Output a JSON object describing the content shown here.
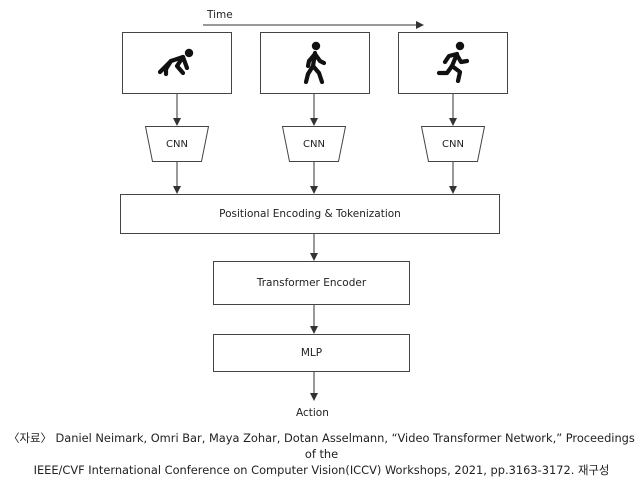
{
  "time_label": "Time",
  "frames": [
    {
      "icon": "crouching-runner-icon"
    },
    {
      "icon": "walking-person-icon"
    },
    {
      "icon": "running-person-icon"
    }
  ],
  "cnn_labels": [
    "CNN",
    "CNN",
    "CNN"
  ],
  "positional_label": "Positional Encoding & Tokenization",
  "transformer_label": "Transformer Encoder",
  "mlp_label": "MLP",
  "action_label": "Action",
  "caption_line1": "〈자료〉 Daniel Neimark, Omri Bar, Maya Zohar, Dotan Asselmann, “Video Transformer Network,” Proceedings of the",
  "caption_line2": "IEEE/CVF International Conference on Computer Vision(ICCV) Workshops, 2021, pp.3163-3172. 재구성",
  "colors": {
    "line": "#333333",
    "box_border": "#444444",
    "icon": "#111111"
  }
}
